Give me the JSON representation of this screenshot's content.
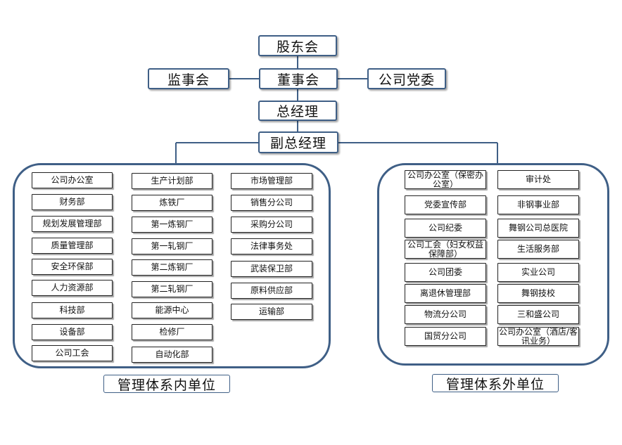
{
  "top": {
    "shareholders": "股东会",
    "supervisors": "监事会",
    "board": "董事会",
    "party": "公司党委",
    "gm": "总经理",
    "deputy_gm": "副总经理"
  },
  "inner": {
    "caption": "管理体系内单位",
    "col1": [
      "公司办公室",
      "财务部",
      "规划发展管理部",
      "质量管理部",
      "安全环保部",
      "人力资源部",
      "科技部",
      "设备部",
      "公司工会"
    ],
    "col2": [
      "生产计划部",
      "炼铁厂",
      "第一炼钢厂",
      "第一轧钢厂",
      "第二炼钢厂",
      "第二轧钢厂",
      "能源中心",
      "检修厂",
      "自动化部"
    ],
    "col3": [
      "市场管理部",
      "销售分公司",
      "采购分公司",
      "法律事务处",
      "武装保卫部",
      "原料供应部",
      "运输部"
    ]
  },
  "outer": {
    "caption": "管理体系外单位",
    "col1": [
      "公司办公室（保密办公室）",
      "党委宣传部",
      "公司纪委",
      "公司工会（妇女权益保障部）",
      "公司团委",
      "离退休管理部",
      "物流分公司",
      "国贸分公司"
    ],
    "col2": [
      "审计处",
      "非钢事业部",
      "舞钢公司总医院",
      "生活服务部",
      "实业公司",
      "舞钢技校",
      "三和盛公司",
      "公司办公室（酒店/客讯业务）"
    ]
  }
}
